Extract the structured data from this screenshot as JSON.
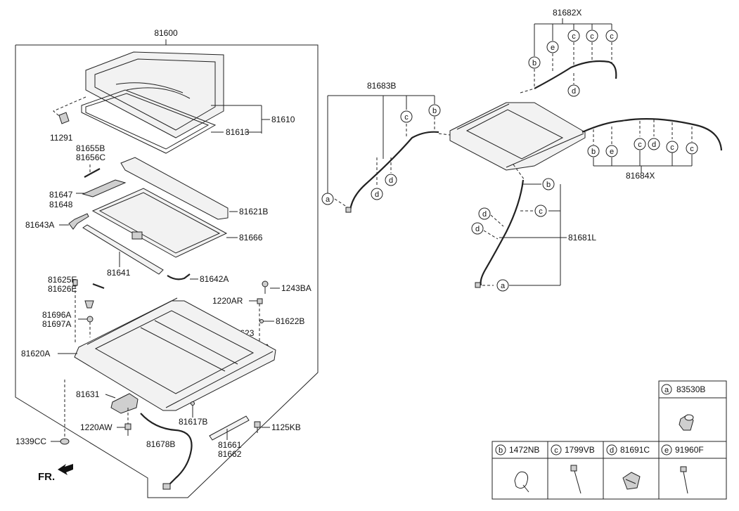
{
  "assembly_label": "81600",
  "callouts": {
    "c81610": "81610",
    "c81613": "81613",
    "c11291": "11291",
    "c81655B": "81655B",
    "c81656C": "81656C",
    "c81647": "81647",
    "c81648": "81648",
    "c81621B": "81621B",
    "c81643A": "81643A",
    "c81666": "81666",
    "c81641": "81641",
    "c81642A": "81642A",
    "c81625E": "81625E",
    "c81626E": "81626E",
    "c1243BA": "1243BA",
    "c1220AR": "1220AR",
    "c81696A": "81696A",
    "c81697A": "81697A",
    "c81622B": "81622B",
    "c81623": "81623",
    "c81620A": "81620A",
    "c81631": "81631",
    "c81617B": "81617B",
    "c1220AW": "1220AW",
    "c1125KB": "1125KB",
    "c1339CC": "1339CC",
    "c81678B": "81678B",
    "c81661": "81661",
    "c81662": "81662",
    "c81682X": "81682X",
    "c81683B": "81683B",
    "c81684X": "81684X",
    "c81681L": "81681L"
  },
  "letters": {
    "a": "a",
    "b": "b",
    "c": "c",
    "d": "d",
    "e": "e"
  },
  "front_label": "FR.",
  "legend": {
    "a": "83530B",
    "b": "1472NB",
    "c": "1799VB",
    "d": "81691C",
    "e": "91960F"
  }
}
